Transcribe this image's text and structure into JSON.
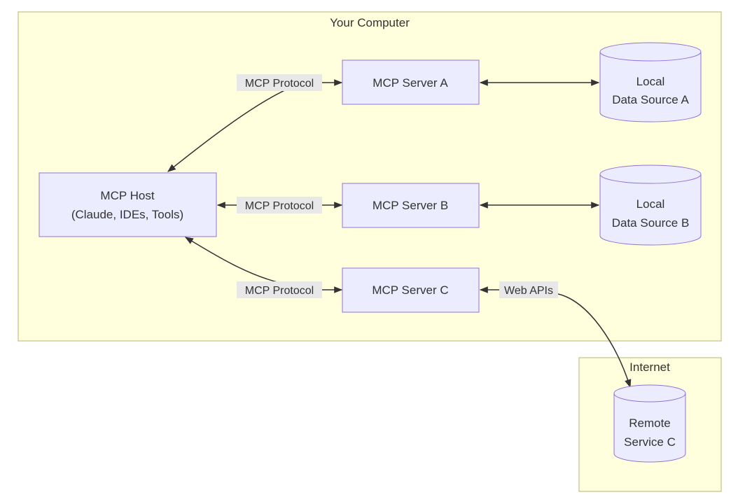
{
  "groups": {
    "computer": {
      "title": "Your Computer"
    },
    "internet": {
      "title": "Internet"
    }
  },
  "nodes": {
    "host": {
      "line1": "MCP Host",
      "line2": "(Claude, IDEs, Tools)"
    },
    "server_a": {
      "label": "MCP Server A"
    },
    "server_b": {
      "label": "MCP Server B"
    },
    "server_c": {
      "label": "MCP Server C"
    },
    "data_a": {
      "line1": "Local",
      "line2": "Data Source A"
    },
    "data_b": {
      "line1": "Local",
      "line2": "Data Source B"
    },
    "remote_c": {
      "line1": "Remote",
      "line2": "Service C"
    }
  },
  "edges": {
    "host_to_a": {
      "label": "MCP Protocol"
    },
    "host_to_b": {
      "label": "MCP Protocol"
    },
    "host_to_c": {
      "label": "MCP Protocol"
    },
    "c_to_remote": {
      "label": "Web APIs"
    }
  },
  "colors": {
    "group_fill": "#ffffde",
    "group_stroke": "#b5b56e",
    "node_fill": "#ececff",
    "node_stroke": "#9370db",
    "edge": "#333333",
    "edge_label_bg": "#e8e8e8",
    "text": "#333333"
  }
}
